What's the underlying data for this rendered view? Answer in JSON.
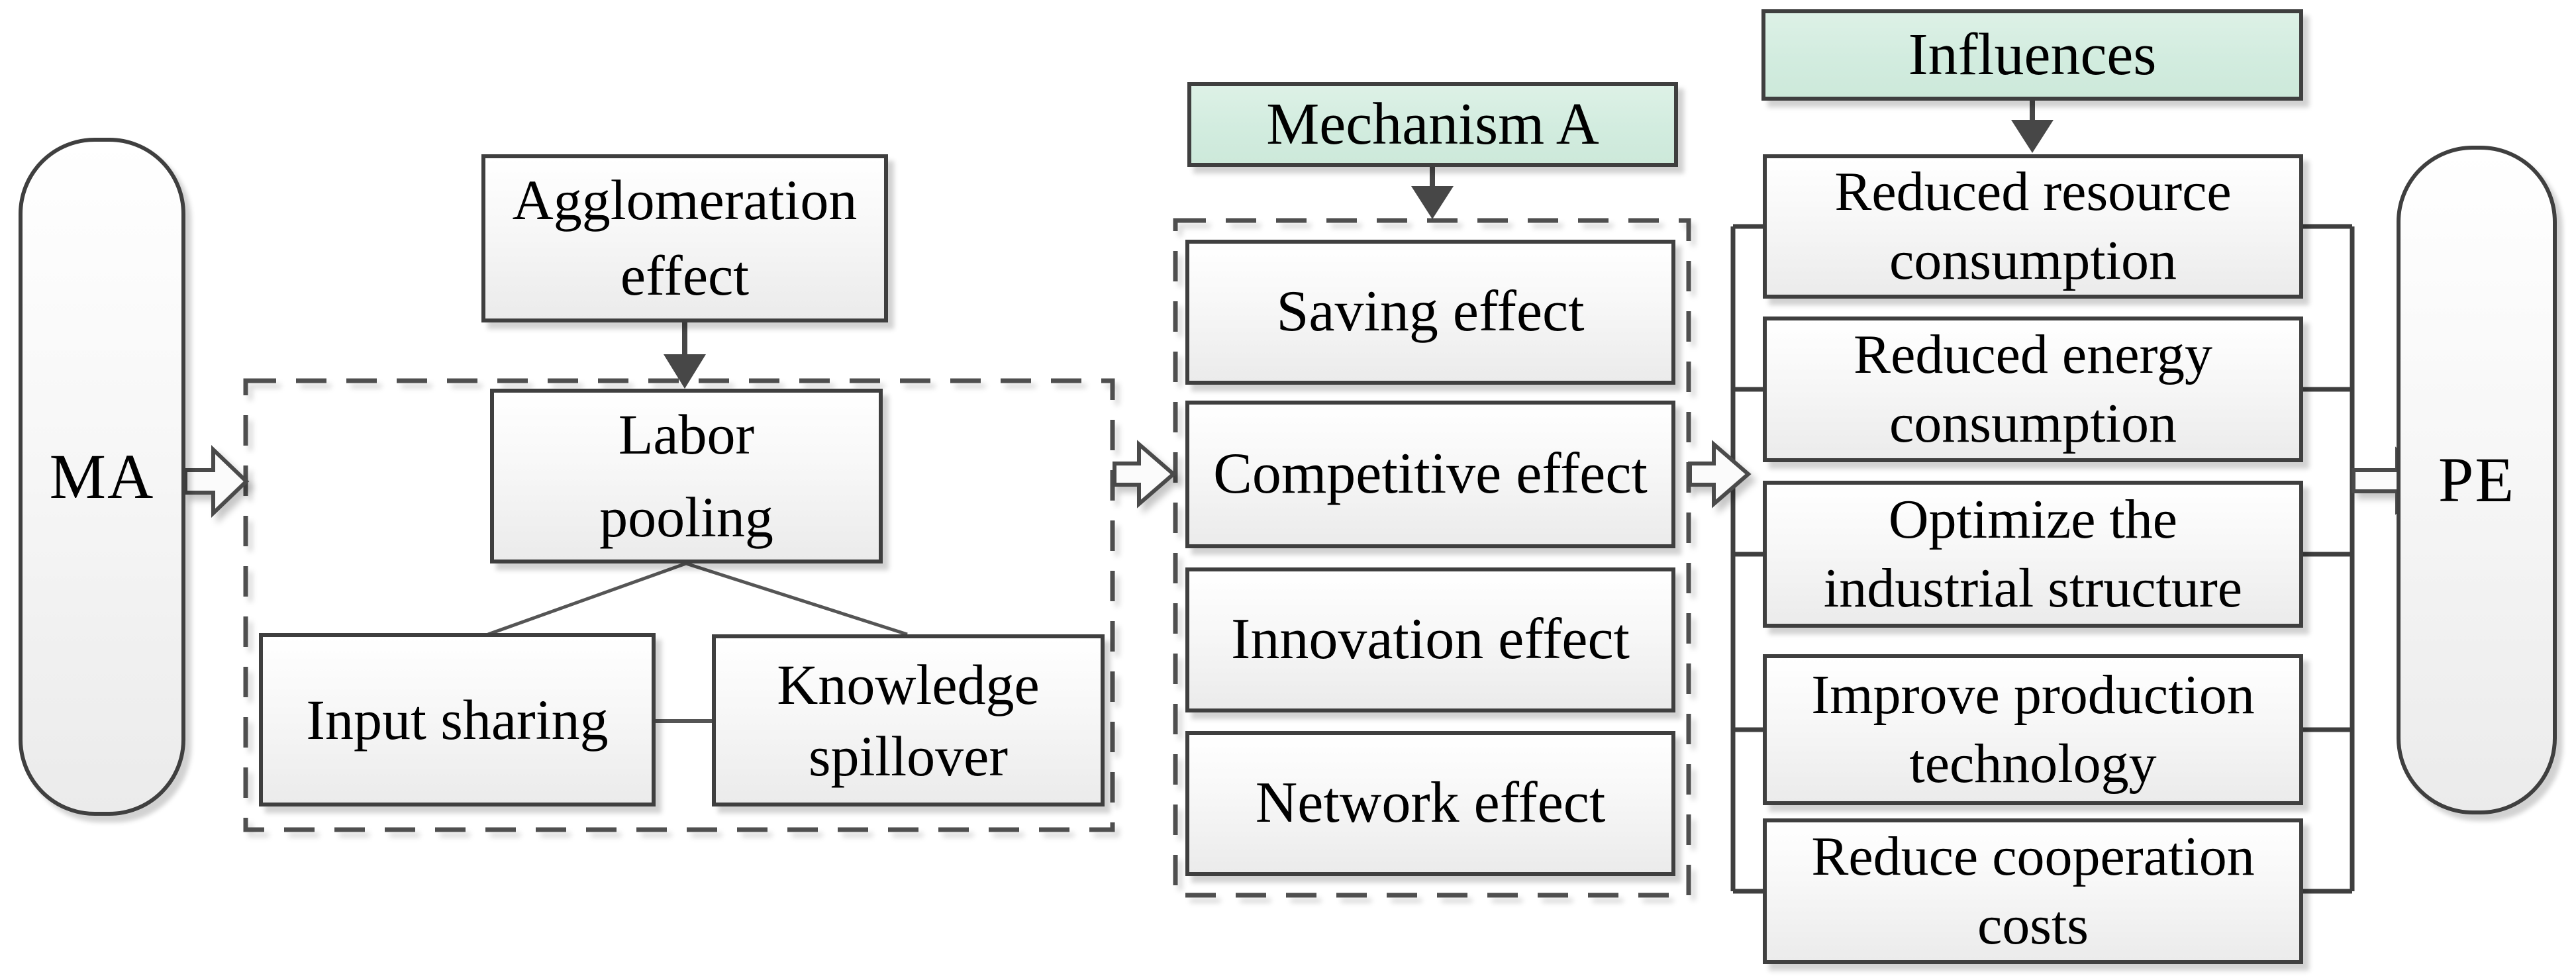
{
  "colors": {
    "header_fill": "#d4eee0",
    "box_fill_top": "#ffffff",
    "box_fill_bottom": "#ebebeb",
    "box_border": "#3f3f3f",
    "arrow_outline": "#4a4a4a",
    "arrow_fill": "#fbfbfb",
    "filled_arrow": "#474747",
    "text": "#000000"
  },
  "left_node": {
    "label": "MA"
  },
  "right_node": {
    "label": "PE"
  },
  "agglomeration": {
    "lines": [
      "Agglomeration",
      "effect"
    ]
  },
  "cluster1": {
    "labor": {
      "lines": [
        "Labor",
        "pooling"
      ]
    },
    "input": {
      "label": "Input sharing"
    },
    "knowledge": {
      "lines": [
        "Knowledge",
        "spillover"
      ]
    }
  },
  "mechanism": {
    "header": "Mechanism A",
    "items": [
      "Saving effect",
      "Competitive effect",
      "Innovation effect",
      "Network effect"
    ]
  },
  "influences": {
    "header": "Influences",
    "items": [
      {
        "lines": [
          "Reduced resource",
          "consumption"
        ]
      },
      {
        "lines": [
          "Reduced energy",
          "consumption"
        ]
      },
      {
        "lines": [
          "Optimize the",
          "industrial structure"
        ]
      },
      {
        "lines": [
          "Improve production",
          "technology"
        ]
      },
      {
        "lines": [
          "Reduce cooperation",
          "costs"
        ]
      }
    ]
  }
}
